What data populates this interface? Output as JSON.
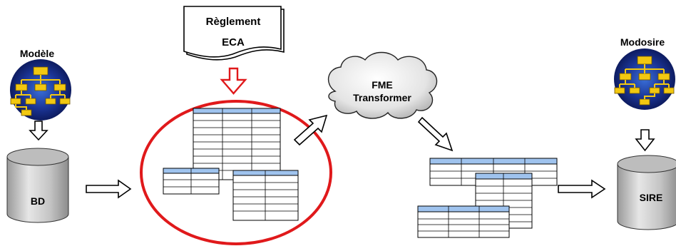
{
  "labels": {
    "modele": "Modèle",
    "bd": "BD",
    "reglement_line1": "Règlement",
    "reglement_line2": "ECA",
    "fme_line1": "FME",
    "fme_line2": "Transformer",
    "modosire": "Modosire",
    "sire": "SIRE"
  },
  "colors": {
    "icon_background": "#0d1f6b",
    "icon_glow": "#3a6fd8",
    "node_fill": "#f2c811",
    "cylinder_fill": "#c8c8c8",
    "table_header": "#9fc3ee",
    "red_outline": "#e0191b",
    "arrow_outline": "#000000"
  },
  "icons": [
    "hierarchy-icon",
    "database-icon",
    "document-icon",
    "cloud-icon",
    "table-icon",
    "arrow-icon"
  ]
}
